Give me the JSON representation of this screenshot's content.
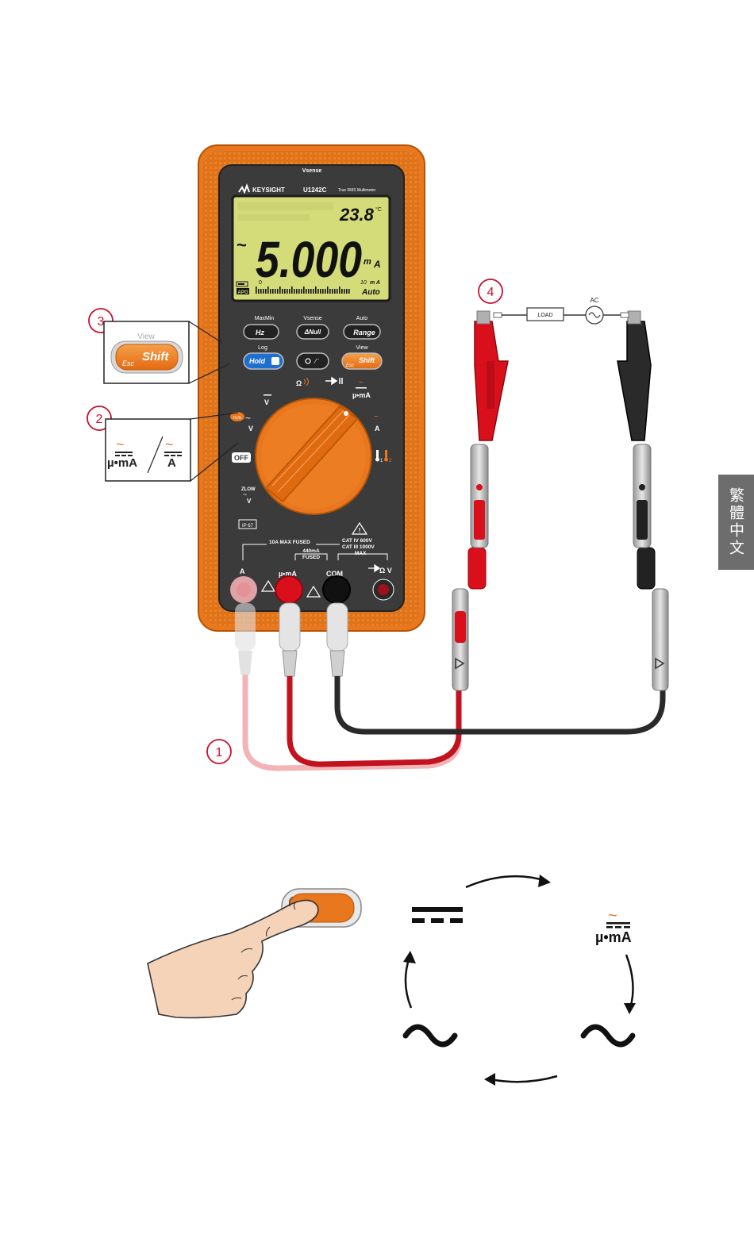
{
  "meter": {
    "vsense_top": "Vsense",
    "brand": "KEYSIGHT",
    "model": "U1242C",
    "subtitle": "True RMS Multimeter",
    "display": {
      "temperature": "23.8",
      "temp_unit": "°C",
      "ac_symbol": "~",
      "main_value": "5.000",
      "main_unit_m": "m",
      "main_unit_a": "A",
      "bar_end_10": "10",
      "bar_end_unit": "m A",
      "bar_start": "0",
      "range_mode": "Auto",
      "apo": "APO"
    },
    "buttons": {
      "maxmin": "MaxMin",
      "hz": "Hz",
      "vsense": "Vsense",
      "null": "ΔNull",
      "auto": "Auto",
      "range": "Range",
      "log": "Log",
      "hold": "Hold",
      "view": "View",
      "esc": "Esc",
      "shift": "Shift"
    },
    "dial": {
      "v_dc": "V",
      "ohm": "Ω",
      "ua_ma": "µ•mA",
      "a_ac": "A",
      "v_ac": "V",
      "hz_pct": "Hz%",
      "off": "OFF",
      "zlow": "ZLOW",
      "zlow_v": "V",
      "temp_1": "1",
      "temp_2": "2"
    },
    "rating": {
      "ip": "IP 67",
      "fused_10a": "10A MAX FUSED",
      "fused_440": "440mA",
      "fused_word": "FUSED",
      "cat1": "CAT IV  600V",
      "cat2": "CAT III 1000V",
      "max": "MAX"
    },
    "terminals": {
      "a": "A",
      "uma": "µ•mA",
      "com": "COM",
      "ohm_v": "Ω V"
    }
  },
  "circuit": {
    "load": "LOAD",
    "ac": "AC"
  },
  "callouts": {
    "c1": "1",
    "c2": "2",
    "c3": "3",
    "c4": "4",
    "view": "View",
    "esc": "Esc",
    "shift": "Shift",
    "uma": "µ•mA",
    "a": "A"
  },
  "cycle": {
    "uma": "µ•mA"
  },
  "side_tab": "繁體中文",
  "colors": {
    "orange": "#e8771e",
    "body_dark": "#3a3a3a",
    "lcd": "#d4dc7a",
    "red_lead": "#d9101c",
    "callout": "#c8102e",
    "tab": "#6d6d6d"
  }
}
